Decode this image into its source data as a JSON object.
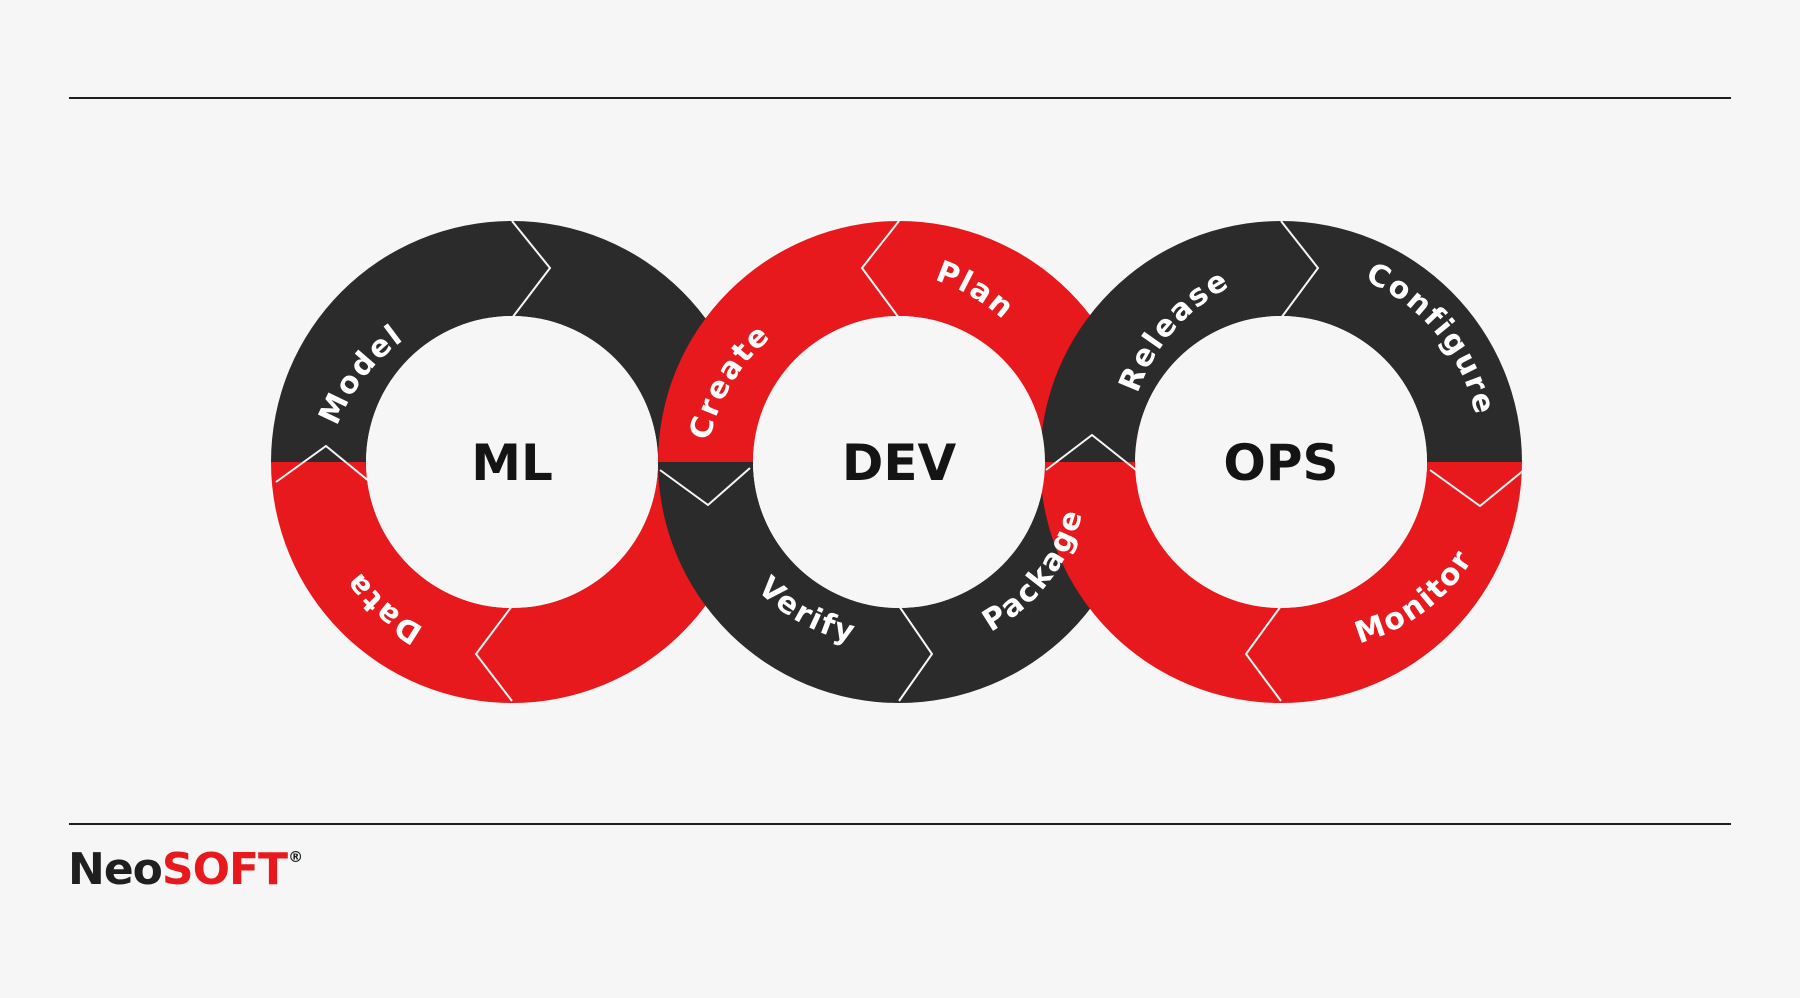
{
  "colors": {
    "background": "#f6f6f6",
    "dark": "#2b2b2b",
    "red": "#e8191c",
    "center": "#f6f6f6",
    "text_light": "#ffffff",
    "text_dark": "#141414"
  },
  "rings": [
    {
      "id": "ml",
      "label": "ML",
      "stages": [
        {
          "label": "Model"
        },
        {
          "label": "Data"
        }
      ]
    },
    {
      "id": "dev",
      "label": "DEV",
      "stages": [
        {
          "label": "Create"
        },
        {
          "label": "Plan"
        },
        {
          "label": "Verify"
        },
        {
          "label": "Package"
        }
      ]
    },
    {
      "id": "ops",
      "label": "OPS",
      "stages": [
        {
          "label": "Release"
        },
        {
          "label": "Configure"
        },
        {
          "label": "Monitor"
        }
      ]
    }
  ],
  "brand": {
    "name_part1": "Neo",
    "name_part2": "SOFT",
    "registered": "®"
  }
}
